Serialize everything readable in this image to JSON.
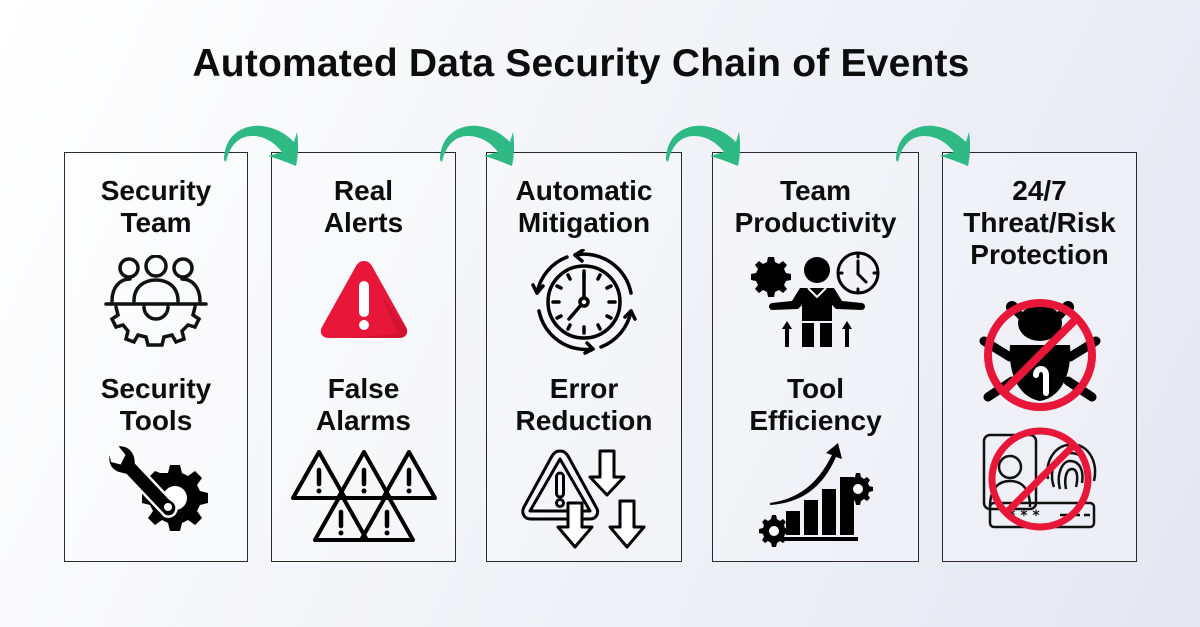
{
  "title": "Automated Data Security Chain of Events",
  "colors": {
    "arrow": "#2fb985",
    "alert_red": "#e8173a",
    "prohibit_red": "#e8173a",
    "text": "#0d0d0d",
    "border": "#2a2a2a"
  },
  "columns": [
    {
      "items": [
        {
          "label_lines": [
            "Security",
            "Team"
          ],
          "icon": "team-gear-icon"
        },
        {
          "label_lines": [
            "Security",
            "Tools"
          ],
          "icon": "wrench-gear-icon"
        }
      ]
    },
    {
      "items": [
        {
          "label_lines": [
            "Real",
            "Alerts"
          ],
          "icon": "red-warning-triangle-icon"
        },
        {
          "label_lines": [
            "False",
            "Alarms"
          ],
          "icon": "multiple-warning-triangles-icon"
        }
      ]
    },
    {
      "items": [
        {
          "label_lines": [
            "Automatic",
            "Mitigation"
          ],
          "icon": "clock-cycle-icon"
        },
        {
          "label_lines": [
            "Error",
            "Reduction"
          ],
          "icon": "warning-down-arrows-icon"
        }
      ]
    },
    {
      "items": [
        {
          "label_lines": [
            "Team",
            "Productivity"
          ],
          "icon": "person-gear-clock-icon"
        },
        {
          "label_lines": [
            "Tool",
            "Efficiency"
          ],
          "icon": "growth-chart-gears-icon"
        }
      ]
    },
    {
      "items": [
        {
          "label_lines": [
            "24/7",
            "Threat/Risk",
            "Protection"
          ],
          "icon": "no-bug-icon"
        },
        {
          "label_lines": [],
          "icon": "no-identity-theft-icon"
        }
      ]
    }
  ],
  "arrows": [
    {
      "from": 1,
      "to": 2,
      "icon": "curved-arrow-icon"
    },
    {
      "from": 2,
      "to": 3,
      "icon": "curved-arrow-icon"
    },
    {
      "from": 3,
      "to": 4,
      "icon": "curved-arrow-icon"
    },
    {
      "from": 4,
      "to": 5,
      "icon": "curved-arrow-icon"
    }
  ]
}
